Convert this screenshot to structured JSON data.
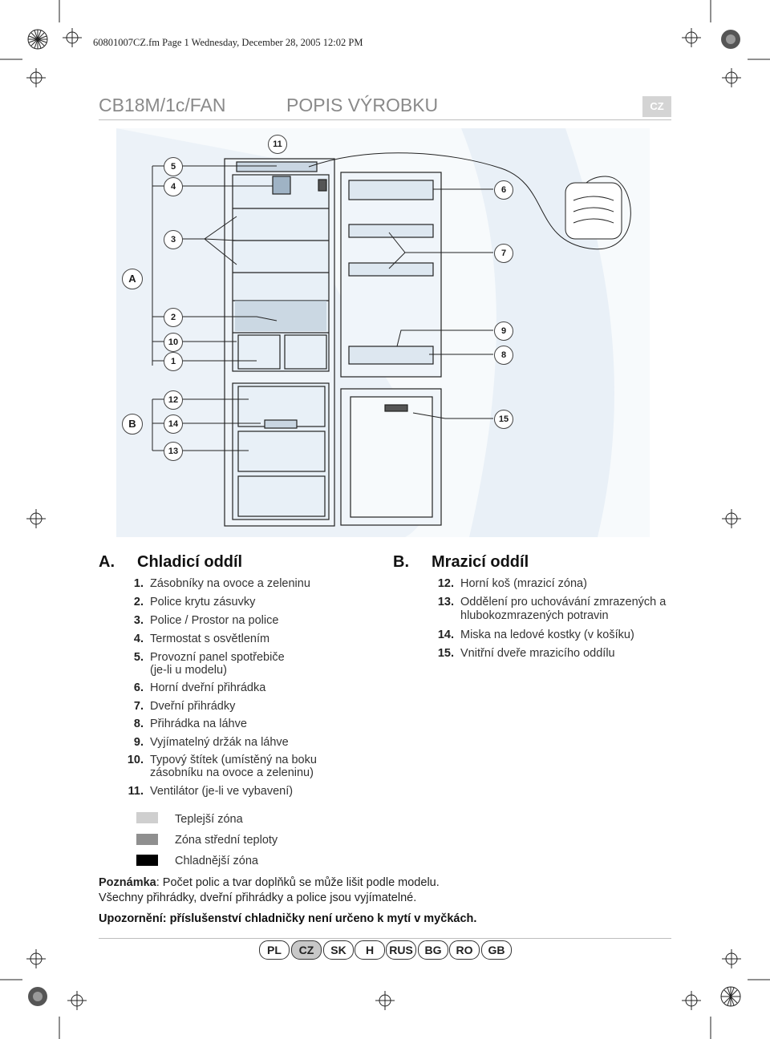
{
  "header": {
    "file_line": "60801007CZ.fm Page 1 Wednesday, December 28, 2005 12:02 PM"
  },
  "title": {
    "model": "CB18M/1c/FAN",
    "heading": "POPIS VÝROBKU",
    "language": "CZ"
  },
  "diagram": {
    "callouts": [
      "11",
      "5",
      "4",
      "3",
      "A",
      "2",
      "10",
      "1",
      "12",
      "B",
      "14",
      "13",
      "6",
      "7",
      "9",
      "8",
      "15"
    ]
  },
  "section_a": {
    "letter": "A.",
    "title": "Chladicí oddíl",
    "items": [
      {
        "num": "1.",
        "text": "Zásobníky na ovoce a zeleninu"
      },
      {
        "num": "2.",
        "text": "Police krytu zásuvky"
      },
      {
        "num": "3.",
        "text": "Police / Prostor na police"
      },
      {
        "num": "4.",
        "text": "Termostat s osvětlením"
      },
      {
        "num": "5.",
        "text": "Provozní panel spotřebiče",
        "text2": "(je-li u modelu)"
      },
      {
        "num": "6.",
        "text": "Horní dveřní přihrádka"
      },
      {
        "num": "7.",
        "text": "Dveřní přihrádky"
      },
      {
        "num": "8.",
        "text": "Přihrádka na láhve"
      },
      {
        "num": "9.",
        "text": "Vyjímatelný držák na láhve"
      },
      {
        "num": "10.",
        "text": "Typový štítek (umístěný na boku",
        "text2": "zásobníku na ovoce a zeleninu)"
      },
      {
        "num": "11.",
        "text": "Ventilátor (je-li ve vybavení)"
      }
    ]
  },
  "section_b": {
    "letter": "B.",
    "title": "Mrazicí oddíl",
    "items": [
      {
        "num": "12.",
        "text": "Horní koš (mrazicí zóna)"
      },
      {
        "num": "13.",
        "text": "Oddělení pro uchovávání zmrazených a",
        "text2": "hlubokozmrazených potravin"
      },
      {
        "num": "14.",
        "text": "Miska na ledové kostky (v košíku)"
      },
      {
        "num": "15.",
        "text": "Vnitřní dveře mrazicího oddílu"
      }
    ]
  },
  "legend": [
    {
      "label": "Teplejší zóna",
      "color": "#cfcfcf"
    },
    {
      "label": "Zóna střední teploty",
      "color": "#8f8f8f"
    },
    {
      "label": "Chladnější zóna",
      "color": "#000000"
    }
  ],
  "note": {
    "label": "Poznámka",
    "line1_rest": ": Počet polic a tvar doplňků se může lišit podle modelu.",
    "line2": "Všechny přihrádky, dveřní přihrádky a police jsou vyjímatelné."
  },
  "warning": "Upozornění: příslušenství chladničky není určeno k mytí v myčkách.",
  "languages": [
    {
      "code": "PL",
      "active": false
    },
    {
      "code": "CZ",
      "active": true
    },
    {
      "code": "SK",
      "active": false
    },
    {
      "code": "H",
      "active": false
    },
    {
      "code": "RUS",
      "active": false
    },
    {
      "code": "BG",
      "active": false
    },
    {
      "code": "RO",
      "active": false
    },
    {
      "code": "GB",
      "active": false
    }
  ]
}
